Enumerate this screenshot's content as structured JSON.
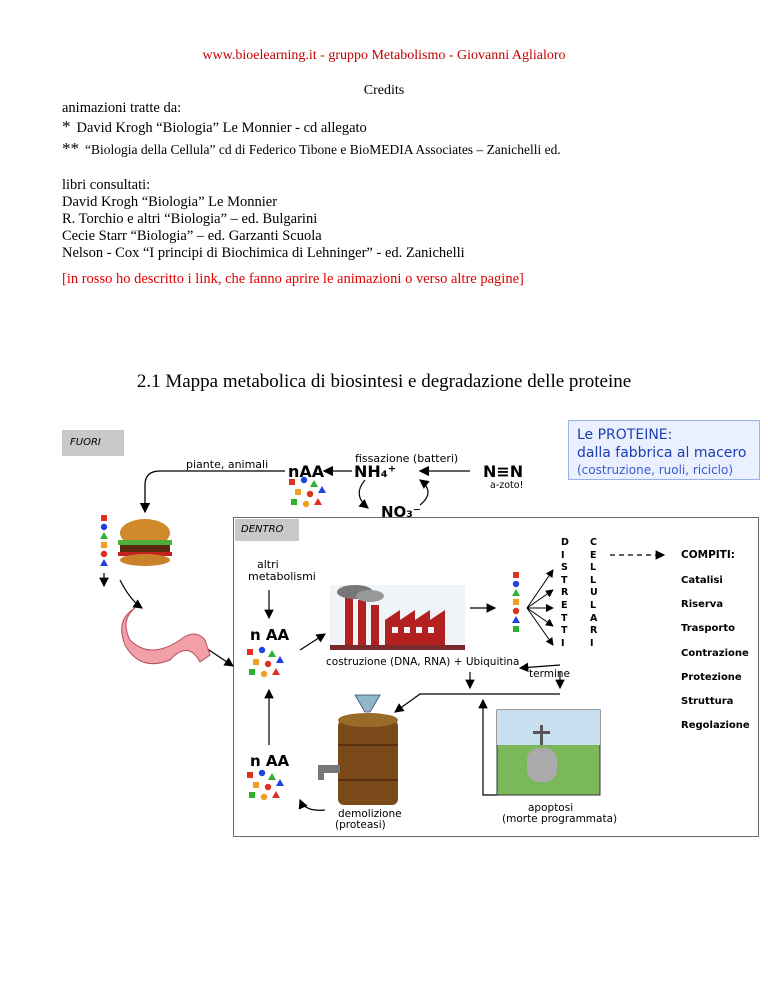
{
  "header": "www.bioelearning.it  - gruppo Metabolismo -  Giovanni Aglialoro",
  "credits": "Credits",
  "intro": "animazioni tratte da:",
  "sources": [
    {
      "mark": "*",
      "text": "David Krogh “Biologia” Le Monnier  -  cd allegato"
    },
    {
      "mark": "**",
      "text": "“Biologia della Cellula”  cd di Federico Tibone e BioMEDIA Associates – Zanichelli ed."
    }
  ],
  "books_heading": "libri consultati:",
  "books": [
    "David Krogh “Biologia” Le Monnier",
    "R. Torchio e altri “Biologia” – ed. Bulgarini",
    "Cecie Starr “Biologia” – ed. Garzanti Scuola",
    "Nelson - Cox “I principi di Biochimica di Lehninger” - ed. Zanichelli"
  ],
  "note": "[in rosso ho descritto i link, che fanno aprire le animazioni o verso altre pagine]",
  "section_title": "2.1  Mappa metabolica di biosintesi e degradazione delle proteine",
  "diagram": {
    "fuori": "FUORI",
    "dentro": "DENTRO",
    "box_line1": "Le PROTEINE:",
    "box_line2": "dalla fabbrica al macero",
    "box_line3": "(costruzione, ruoli, riciclo)",
    "fissazione": "fissazione (batteri)",
    "piante": "piante, animali",
    "naa_top": "nAA",
    "nh4": "NH₄⁺",
    "n2": "N≡N",
    "azoto": "a-zoto!",
    "no3": "NO₃⁻",
    "altri1": "altri",
    "altri2": "metabolismi",
    "naa_mid": "n AA",
    "naa_low": "n AA",
    "costruzione": "costruzione (DNA, RNA) + Ubiquitina",
    "distretti": [
      "D",
      "I",
      "S",
      "T",
      "R",
      "E",
      "T",
      "T",
      "I"
    ],
    "cellulari": [
      "C",
      "E",
      "L",
      "L",
      "U",
      "L",
      "A",
      "R",
      "I"
    ],
    "termine": "termine",
    "compiti": "COMPITI:",
    "roles": [
      "Catalisi",
      "Riserva",
      "Trasporto",
      "Contrazione",
      "Protezione",
      "Struttura",
      "Regolazione"
    ],
    "demolizione1": "demolizione",
    "demolizione2": "(proteasi)",
    "apoptosi1": "apoptosi",
    "apoptosi2": "(morte programmata)"
  }
}
